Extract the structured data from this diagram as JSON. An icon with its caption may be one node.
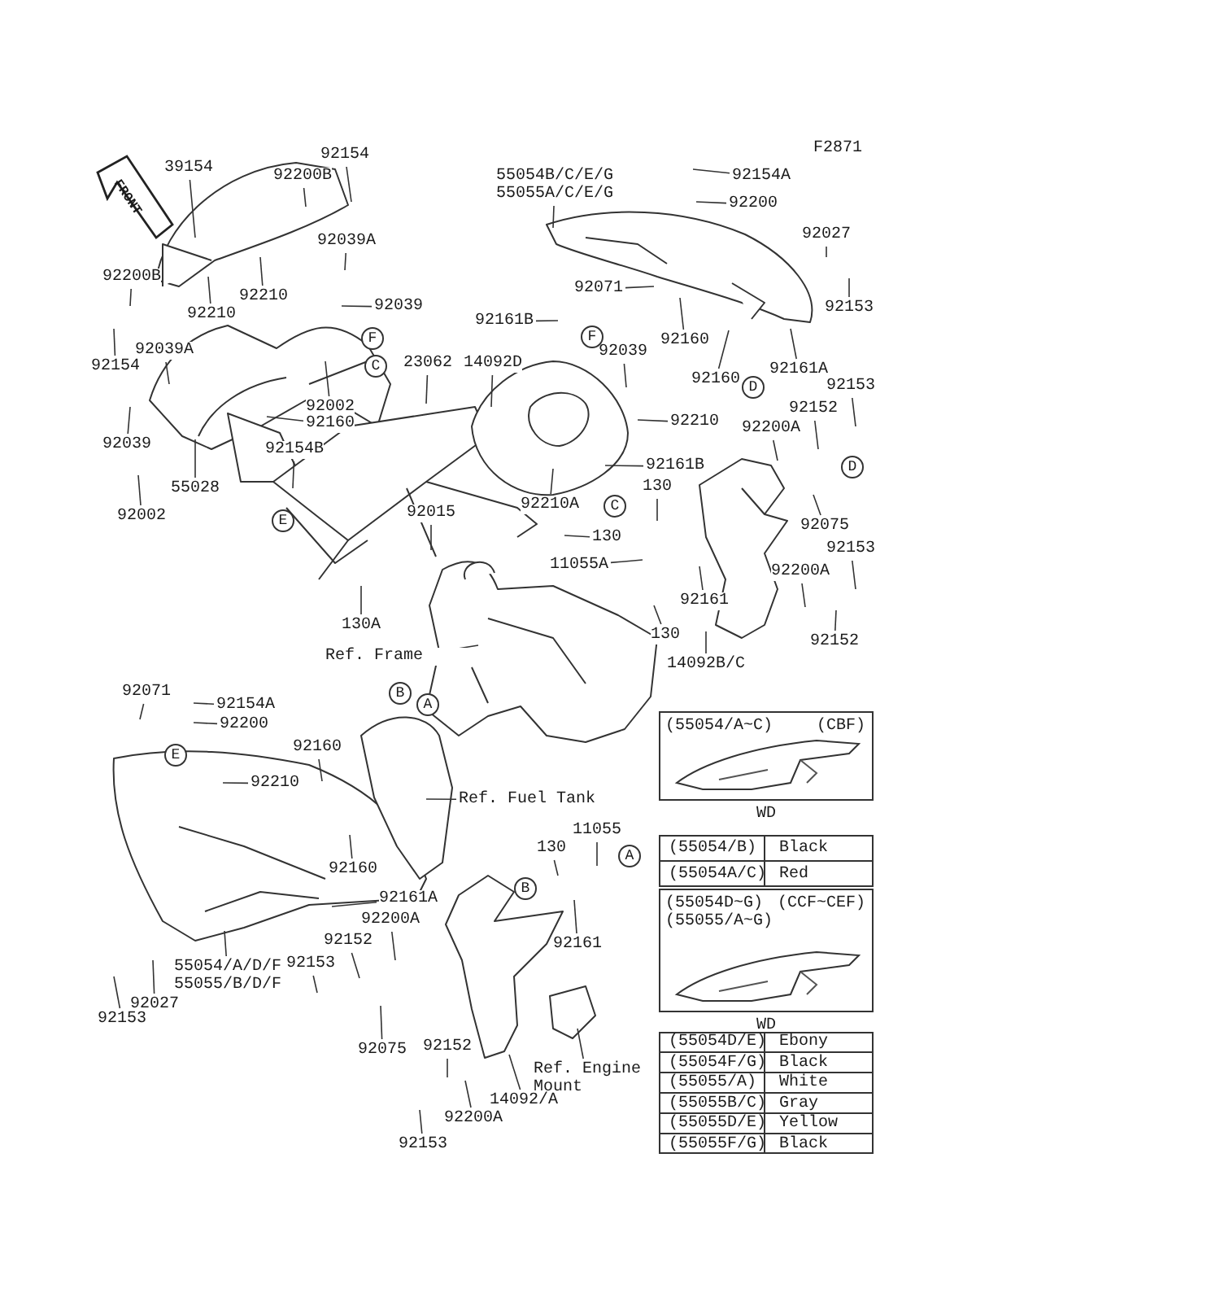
{
  "diagram": {
    "nodes": [
      {
        "text": [
          "39154"
        ]
      },
      {
        "text": [
          "92200B"
        ]
      },
      {
        "text": [
          "92154"
        ]
      },
      {
        "text": [
          "55054B/C/E/G",
          "55055A/C/E/G"
        ]
      },
      {
        "text": [
          "92154A"
        ]
      },
      {
        "text": [
          "92200"
        ]
      },
      {
        "text": [
          "92039A"
        ]
      },
      {
        "text": [
          "92027"
        ]
      },
      {
        "text": [
          "92200B"
        ]
      },
      {
        "text": [
          "92210"
        ]
      },
      {
        "text": [
          "92039"
        ]
      },
      {
        "text": [
          "92071"
        ]
      },
      {
        "text": [
          "92153"
        ]
      },
      {
        "text": [
          "92210"
        ]
      },
      {
        "text": [
          "92161B"
        ]
      },
      {
        "text": [
          "92160"
        ]
      },
      {
        "text": [
          "92039A"
        ]
      },
      {
        "text": [
          "92154"
        ]
      },
      {
        "text": [
          "23062"
        ]
      },
      {
        "text": [
          "14092D"
        ]
      },
      {
        "text": [
          "92039"
        ]
      },
      {
        "text": [
          "92161A"
        ]
      },
      {
        "text": [
          "92160"
        ]
      },
      {
        "text": [
          "92153"
        ]
      },
      {
        "text": [
          "92002"
        ]
      },
      {
        "text": [
          "92152"
        ]
      },
      {
        "text": [
          "92160"
        ]
      },
      {
        "text": [
          "92210"
        ]
      },
      {
        "text": [
          "92200A"
        ]
      },
      {
        "text": [
          "92039"
        ]
      },
      {
        "text": [
          "92154B"
        ]
      },
      {
        "text": [
          "92161B"
        ]
      },
      {
        "text": [
          "130"
        ]
      },
      {
        "text": [
          "55028"
        ]
      },
      {
        "text": [
          "92015"
        ]
      },
      {
        "text": [
          "92002"
        ]
      },
      {
        "text": [
          "92210A"
        ]
      },
      {
        "text": [
          "92075"
        ]
      },
      {
        "text": [
          "130"
        ]
      },
      {
        "text": [
          "92153"
        ]
      },
      {
        "text": [
          "11055A"
        ]
      },
      {
        "text": [
          "92200A"
        ]
      },
      {
        "text": [
          "92161"
        ]
      },
      {
        "text": [
          "130A"
        ]
      },
      {
        "text": [
          "130"
        ]
      },
      {
        "text": [
          "92152"
        ]
      },
      {
        "text": [
          "Ref. Frame"
        ]
      },
      {
        "text": [
          "14092B/C"
        ]
      },
      {
        "text": [
          "(55054/A~C)",
          "(CBF)"
        ],
        "beside": [
          "WD"
        ]
      },
      {
        "text": [
          "92071"
        ]
      },
      {
        "text": [
          "92154A"
        ]
      },
      {
        "text": [
          "92200"
        ]
      },
      {
        "text": [
          "92160"
        ]
      },
      {
        "text": [
          "92210"
        ]
      },
      {
        "text": [
          "Ref. Fuel Tank"
        ]
      },
      {
        "text": [
          "11055"
        ]
      },
      {
        "text": [
          "130"
        ]
      },
      {
        "text": [
          "92160"
        ]
      },
      {
        "text": [
          "(55054D~G)",
          "(55055/A~G)",
          "(CCF~CEF)"
        ],
        "beside": [
          "WD"
        ]
      },
      {
        "text": [
          "92161A"
        ]
      },
      {
        "text": [
          "92200A"
        ]
      },
      {
        "text": [
          "92152"
        ]
      },
      {
        "text": [
          "92161"
        ]
      },
      {
        "text": [
          "92153"
        ]
      },
      {
        "text": [
          "55054/A/D/F",
          "55055/B/D/F"
        ]
      },
      {
        "text": [
          "92027"
        ]
      },
      {
        "text": [
          "92153"
        ]
      },
      {
        "text": [
          "92152"
        ]
      },
      {
        "text": [
          "92075"
        ]
      },
      {
        "text": [
          "Ref. Engine Mount"
        ]
      },
      {
        "text": [
          "14092/A"
        ]
      },
      {
        "text": [
          "92200A"
        ]
      },
      {
        "text": [
          "92153"
        ]
      },
      {
        "text": [
          "F"
        ]
      },
      {
        "text": [
          "C"
        ]
      },
      {
        "text": [
          "E"
        ]
      },
      {
        "text": [
          "F"
        ]
      },
      {
        "text": [
          "D"
        ]
      },
      {
        "text": [
          "D"
        ]
      },
      {
        "text": [
          "C"
        ]
      },
      {
        "text": [
          "B"
        ]
      },
      {
        "text": [
          "A"
        ]
      },
      {
        "text": [
          "E"
        ]
      },
      {
        "text": [
          "A"
        ]
      },
      {
        "text": [
          "B"
        ]
      },
      {
        "text": [
          "FRONT"
        ]
      }
    ],
    "edges": [
      {
        "from": 0,
        "to": null,
        "arrow": "none"
      },
      {
        "from": 1,
        "to": null,
        "arrow": "none"
      },
      {
        "from": 2,
        "to": null,
        "arrow": "none"
      },
      {
        "from": 3,
        "to": null,
        "arrow": "none"
      },
      {
        "from": 4,
        "to": null,
        "arrow": "none"
      },
      {
        "from": 5,
        "to": null,
        "arrow": "none"
      },
      {
        "from": 6,
        "to": null,
        "arrow": "none"
      },
      {
        "from": 7,
        "to": null,
        "arrow": "none"
      },
      {
        "from": 8,
        "to": null,
        "arrow": "none"
      },
      {
        "from": 9,
        "to": null,
        "arrow": "none"
      },
      {
        "from": 10,
        "to": null,
        "arrow": "none"
      },
      {
        "from": 11,
        "to": null,
        "arrow": "none"
      },
      {
        "from": 12,
        "to": null,
        "arrow": "none"
      },
      {
        "from": 13,
        "to": null,
        "arrow": "none"
      },
      {
        "from": 14,
        "to": null,
        "arrow": "none"
      },
      {
        "from": 15,
        "to": null,
        "arrow": "none"
      },
      {
        "from": 16,
        "to": null,
        "arrow": "none"
      },
      {
        "from": 17,
        "to": null,
        "arrow": "none"
      },
      {
        "from": 18,
        "to": null,
        "arrow": "none"
      },
      {
        "from": 19,
        "to": null,
        "arrow": "none"
      },
      {
        "from": 20,
        "to": null,
        "arrow": "none"
      },
      {
        "from": 21,
        "to": null,
        "arrow": "none"
      },
      {
        "from": 22,
        "to": null,
        "arrow": "none"
      },
      {
        "from": 23,
        "to": null,
        "arrow": "none"
      },
      {
        "from": 24,
        "to": null,
        "arrow": "none"
      },
      {
        "from": 25,
        "to": null,
        "arrow": "none"
      },
      {
        "from": 26,
        "to": null,
        "arrow": "none"
      },
      {
        "from": 27,
        "to": null,
        "arrow": "none"
      },
      {
        "from": 28,
        "to": null,
        "arrow": "none"
      },
      {
        "from": 29,
        "to": null,
        "arrow": "none"
      },
      {
        "from": 30,
        "to": null,
        "arrow": "none"
      },
      {
        "from": 31,
        "to": null,
        "arrow": "none"
      },
      {
        "from": 32,
        "to": null,
        "arrow": "none"
      },
      {
        "from": 33,
        "to": null,
        "arrow": "none"
      },
      {
        "from": 34,
        "to": null,
        "arrow": "none"
      },
      {
        "from": 35,
        "to": null,
        "arrow": "none"
      },
      {
        "from": 36,
        "to": null,
        "arrow": "none"
      },
      {
        "from": 37,
        "to": null,
        "arrow": "none"
      },
      {
        "from": 38,
        "to": null,
        "arrow": "none"
      },
      {
        "from": 39,
        "to": null,
        "arrow": "none"
      },
      {
        "from": 40,
        "to": null,
        "arrow": "none"
      },
      {
        "from": 41,
        "to": null,
        "arrow": "none"
      },
      {
        "from": 42,
        "to": null,
        "arrow": "none"
      },
      {
        "from": 43,
        "to": null,
        "arrow": "none"
      },
      {
        "from": 44,
        "to": null,
        "arrow": "none"
      },
      {
        "from": 45,
        "to": null,
        "arrow": "none"
      },
      {
        "from": 46,
        "to": null,
        "arrow": "none"
      },
      {
        "from": 47,
        "to": null,
        "arrow": "none"
      },
      {
        "from": 49,
        "to": null,
        "arrow": "none"
      },
      {
        "from": 50,
        "to": null,
        "arrow": "none"
      },
      {
        "from": 51,
        "to": null,
        "arrow": "none"
      },
      {
        "from": 52,
        "to": null,
        "arrow": "none"
      },
      {
        "from": 53,
        "to": null,
        "arrow": "none"
      },
      {
        "from": 54,
        "to": null,
        "arrow": "none"
      },
      {
        "from": 55,
        "to": null,
        "arrow": "none"
      },
      {
        "from": 56,
        "to": null,
        "arrow": "none"
      },
      {
        "from": 57,
        "to": null,
        "arrow": "none"
      },
      {
        "from": 59,
        "to": null,
        "arrow": "none"
      },
      {
        "from": 60,
        "to": null,
        "arrow": "none"
      },
      {
        "from": 61,
        "to": null,
        "arrow": "none"
      },
      {
        "from": 62,
        "to": null,
        "arrow": "none"
      },
      {
        "from": 63,
        "to": null,
        "arrow": "none"
      },
      {
        "from": 64,
        "to": null,
        "arrow": "none"
      },
      {
        "from": 65,
        "to": null,
        "arrow": "none"
      },
      {
        "from": 66,
        "to": null,
        "arrow": "none"
      },
      {
        "from": 67,
        "to": null,
        "arrow": "none"
      },
      {
        "from": 68,
        "to": null,
        "arrow": "none"
      },
      {
        "from": 69,
        "to": null,
        "arrow": "none"
      },
      {
        "from": 70,
        "to": null,
        "arrow": "none"
      },
      {
        "from": 71,
        "to": null,
        "arrow": "none"
      },
      {
        "from": 72,
        "to": null,
        "arrow": "none"
      }
    ],
    "labels": [
      "F2871",
      "(55054/B)",
      "Black",
      "(55054A/C)",
      "Red",
      "(55054D/E)",
      "Ebony",
      "(55054F/G)",
      "Black",
      "(55055/A)",
      "White",
      "(55055B/C)",
      "Gray",
      "(55055D/E)",
      "Yellow",
      "(55055F/G)",
      "Black"
    ]
  }
}
